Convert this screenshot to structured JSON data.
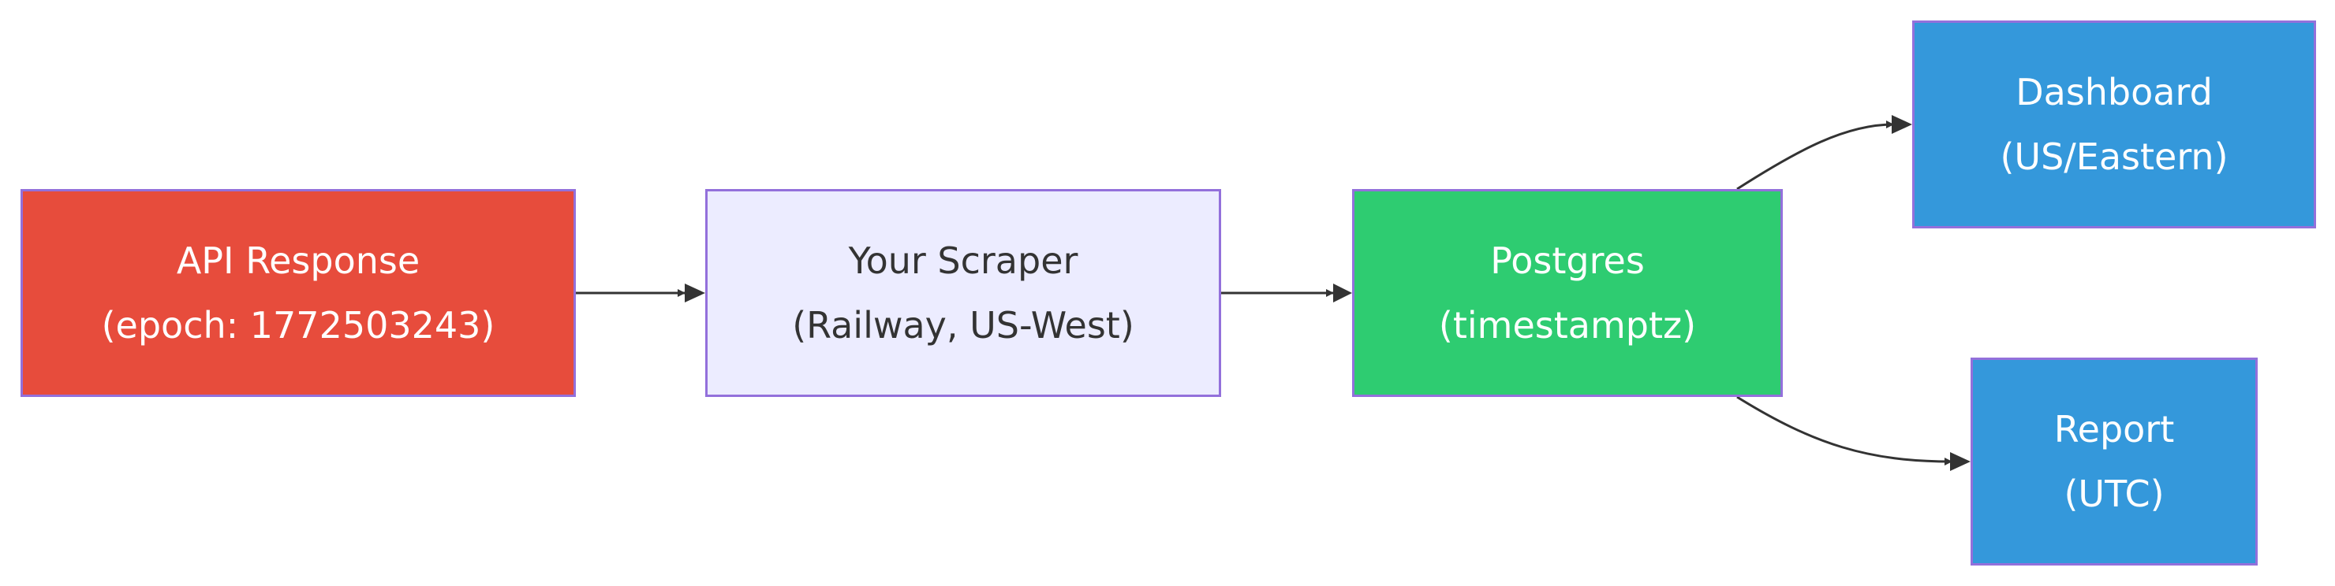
{
  "nodes": {
    "api": {
      "line1": "API Response",
      "line2": "(epoch: 1772503243)",
      "color": "#e74c3c"
    },
    "scraper": {
      "line1": "Your Scraper",
      "line2": "(Railway, US-West)",
      "color": "#ececff"
    },
    "postgres": {
      "line1": "Postgres",
      "line2": "(timestamptz)",
      "color": "#2ecc71"
    },
    "dashboard": {
      "line1": "Dashboard",
      "line2": "(US/Eastern)",
      "color": "#3498db"
    },
    "report": {
      "line1": "Report",
      "line2": "(UTC)",
      "color": "#3498db"
    }
  },
  "edges": [
    {
      "from": "api",
      "to": "scraper"
    },
    {
      "from": "scraper",
      "to": "postgres"
    },
    {
      "from": "postgres",
      "to": "dashboard"
    },
    {
      "from": "postgres",
      "to": "report"
    }
  ],
  "colors": {
    "edge": "#333333",
    "node_border": "#9370db"
  }
}
